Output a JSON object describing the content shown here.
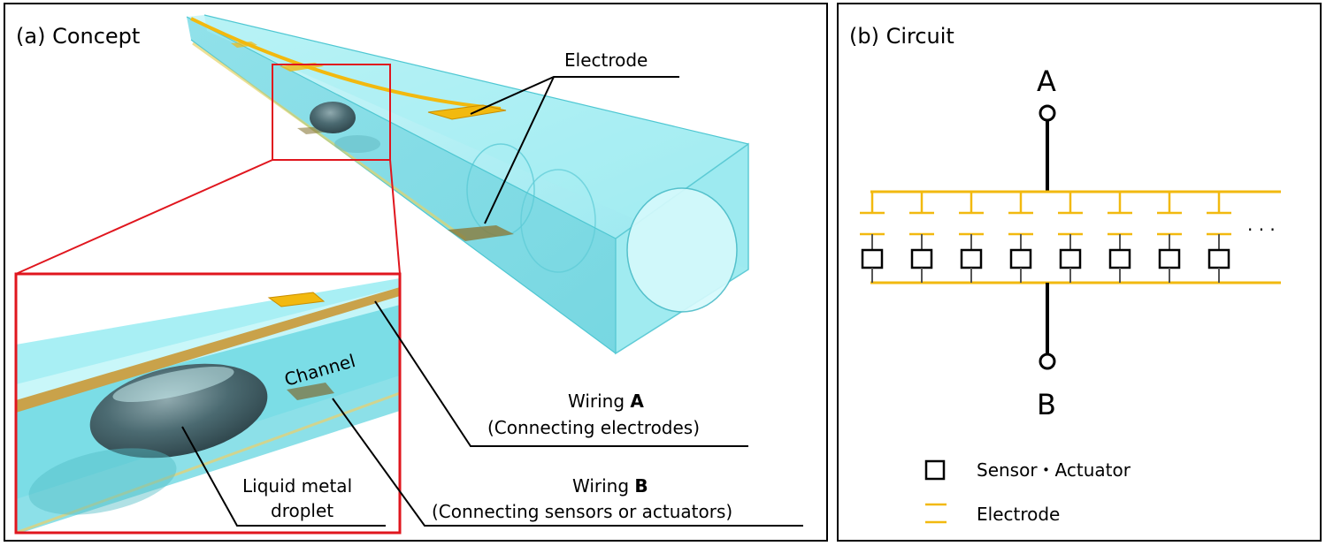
{
  "panel_a": {
    "label": "(a) Concept",
    "electrode": "Electrode",
    "channel": "Channel",
    "wiring_a_word": "Wiring",
    "wiring_a_letter": "A",
    "wiring_a_desc": "(Connecting electrodes)",
    "wiring_b_word": "Wiring",
    "wiring_b_letter": "B",
    "wiring_b_desc": "(Connecting sensors or actuators)",
    "droplet_line1": "Liquid metal",
    "droplet_line2": "droplet"
  },
  "panel_b": {
    "label": "(b) Circuit",
    "terminal_a": "A",
    "terminal_b": "B",
    "ellipsis": "· · ·",
    "legend_sensor": "Sensor・Actuator",
    "legend_electrode": "Electrode"
  },
  "colors": {
    "electrode": "#f2b90f",
    "tube": "#7fe3ea",
    "tube_edge": "#4fc7d2",
    "zoom_box": "#e0161e",
    "droplet": "#3e5b62"
  }
}
